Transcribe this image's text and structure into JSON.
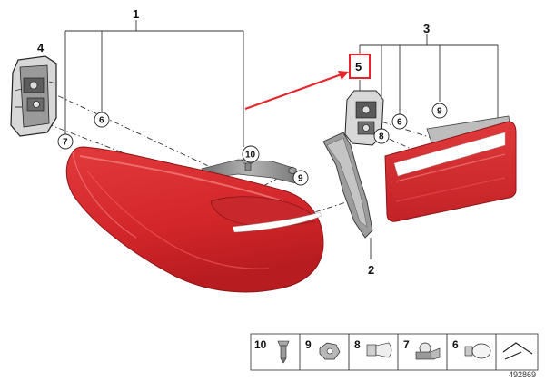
{
  "parts": {
    "tail_light_outer_label": "1",
    "cover_label": "2",
    "tail_light_inner_label": "3",
    "bulb_carrier_outer_label": "4",
    "bulb_carrier_inner_label": "5",
    "bulb_a_label": "6",
    "bulb_holder_label": "7",
    "bulb_b_label": "8",
    "hex_nut_label": "9",
    "expanding_rivet_label": "10"
  },
  "legend": {
    "items": [
      {
        "label": "10",
        "icon": "expanding-rivet-icon"
      },
      {
        "label": "9",
        "icon": "hex-nut-icon"
      },
      {
        "label": "8",
        "icon": "wedge-bulb-icon"
      },
      {
        "label": "7",
        "icon": "bulb-socket-icon"
      },
      {
        "label": "6",
        "icon": "glass-bulb-icon"
      },
      {
        "label": "",
        "icon": "arrow-symbol-icon"
      }
    ]
  },
  "diagram_number": "492869",
  "colors": {
    "lamp_red": "#d9272b",
    "lamp_dark_red": "#b01d21",
    "highlight_red": "#e8242a",
    "housing_gray": "#8c8c8c"
  }
}
